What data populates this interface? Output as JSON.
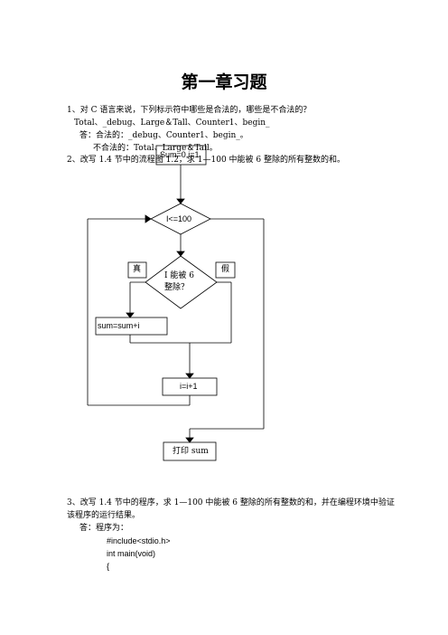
{
  "title": "第一章习题",
  "q1": {
    "text": "1、对 C 语言来说，下列标示符中哪些是合法的，哪些是不合法的？",
    "options": "Total、_debug、Large＆Tall、Counter1、begin_",
    "legal": "答：合法的：_debug、Counter1、begin_。",
    "illegal": "不合法的：Total、Large＆Tall。"
  },
  "q2": {
    "text": "2、改写 1.4 节中的流程图 1.2，求 1—100 中能被 6 整除的所有整数的和。"
  },
  "flowchart": {
    "init": "Sum=0,i=1",
    "cond1": "I<=100",
    "cond2_line1": "I 能被 6",
    "cond2_line2": "整除？",
    "true_label": "真",
    "false_label": "假",
    "sum_box": "sum=sum+i",
    "inc_box": "i=i+1",
    "print_box": "打印 sum"
  },
  "q3": {
    "text_line1": "3、改写 1.4 节中的程序，求 1—100 中能被 6 整除的所有整数的和，并在编程环境中验证",
    "text_line2": "该程序的运行结果。",
    "answer_label": "答：程序为：",
    "code": [
      "#include<stdio.h>",
      "int main(void)",
      "{"
    ]
  }
}
